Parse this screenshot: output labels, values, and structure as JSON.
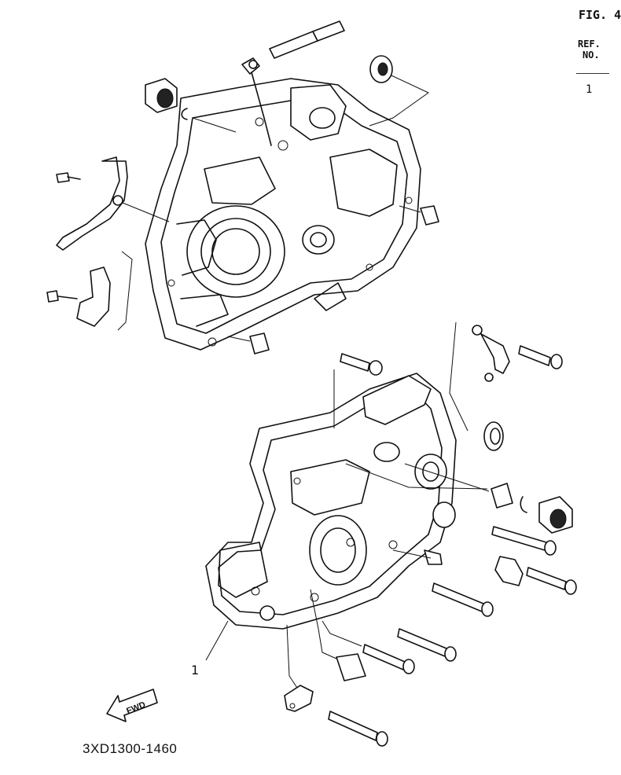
{
  "figure": {
    "title": "FIG. 4",
    "table_header_line1": "REF.",
    "table_header_line2": "NO.",
    "ref_row_1": "1"
  },
  "callouts": {
    "part_1": "1"
  },
  "arrow_label": "FWD",
  "diagram_code": "3XD1300-1460"
}
